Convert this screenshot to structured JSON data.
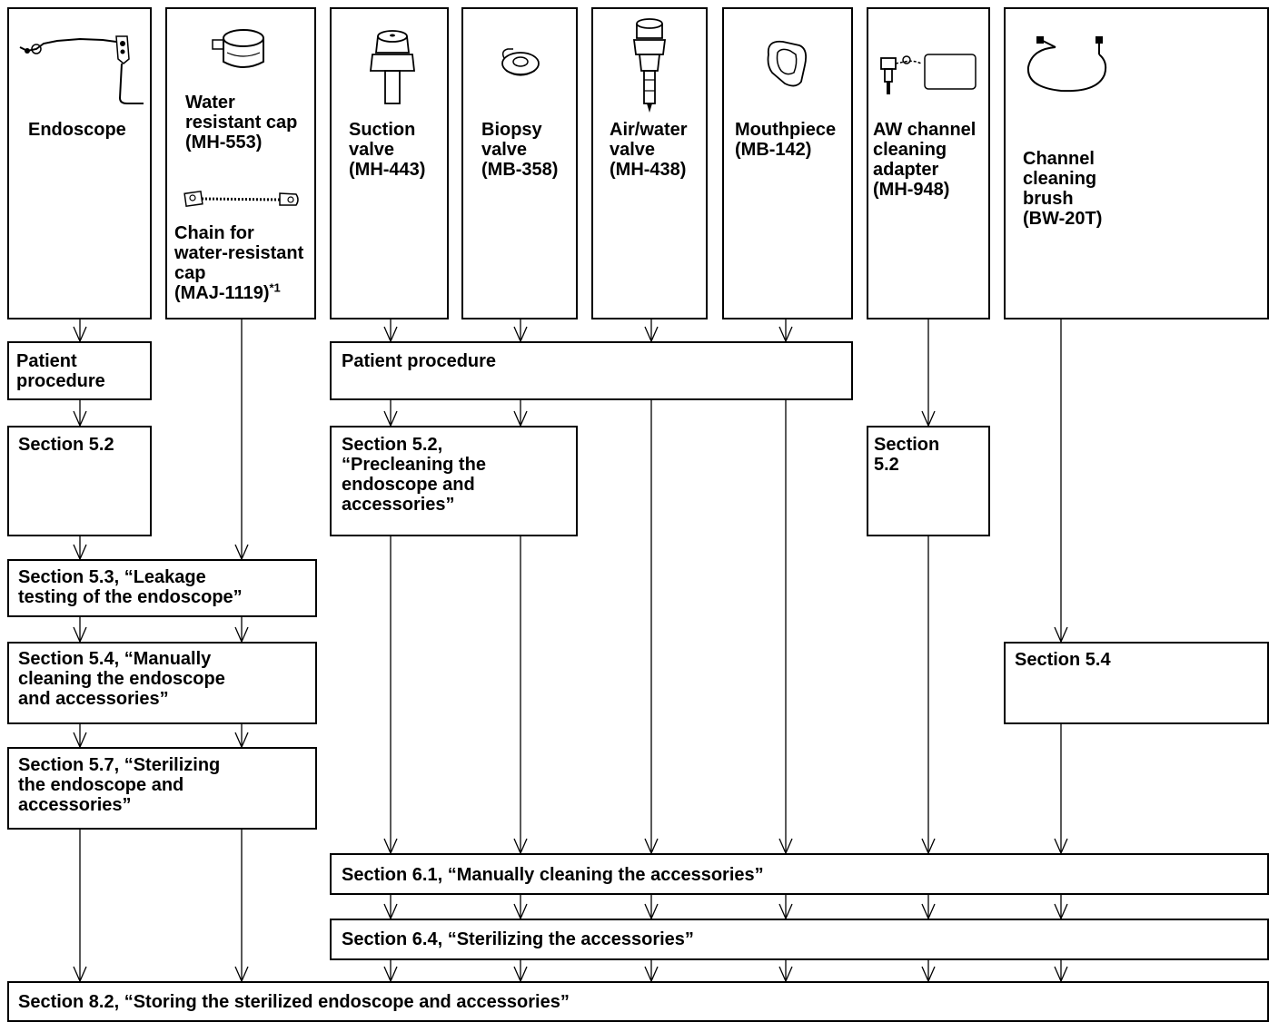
{
  "items": [
    {
      "id": "endoscope",
      "label": "Endoscope",
      "icon": "endoscope-icon"
    },
    {
      "id": "water-cap",
      "label": "Water\nresistant cap\n(MH-553)",
      "icon": "water-resistant-cap-icon"
    },
    {
      "id": "chain",
      "label": "Chain for\nwater-resistant\ncap\n(MAJ-1119)",
      "footnote": "*1",
      "icon": "chain-icon"
    },
    {
      "id": "suction",
      "label": "Suction\nvalve\n(MH-443)",
      "icon": "suction-valve-icon"
    },
    {
      "id": "biopsy",
      "label": "Biopsy\nvalve\n(MB-358)",
      "icon": "biopsy-valve-icon"
    },
    {
      "id": "airwater",
      "label": "Air/water\nvalve\n(MH-438)",
      "icon": "air-water-valve-icon"
    },
    {
      "id": "mouthpiece",
      "label": "Mouthpiece\n(MB-142)",
      "icon": "mouthpiece-icon"
    },
    {
      "id": "awadapter",
      "label": "AW channel\ncleaning\nadapter\n(MH-948)",
      "icon": "aw-channel-cleaning-adapter-icon"
    },
    {
      "id": "brush",
      "label": "Channel\ncleaning\nbrush\n(BW-20T)",
      "icon": "channel-cleaning-brush-icon"
    }
  ],
  "steps": {
    "patient_left": "Patient\nprocedure",
    "patient_right": "Patient procedure",
    "s52_left": "Section 5.2",
    "s52_mid": "Section 5.2,\n“Precleaning the\nendoscope and\naccessories”",
    "s52_right": "Section\n5.2",
    "s53": "Section 5.3, “Leakage\ntesting of the endoscope”",
    "s54": "Section 5.4, “Manually\ncleaning the endoscope\nand accessories”",
    "s54_right": "Section 5.4",
    "s57": "Section 5.7, “Sterilizing\nthe endoscope and\naccessories”",
    "s61": "Section 6.1, “Manually cleaning the accessories”",
    "s64": "Section 6.4, “Sterilizing the accessories”",
    "s82": "Section 8.2, “Storing the sterilized endoscope and accessories”"
  }
}
